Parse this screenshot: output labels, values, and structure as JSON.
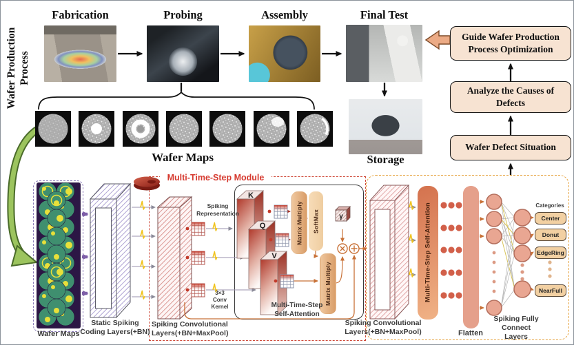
{
  "colors": {
    "module_accent": "#d63a2f",
    "module_dashed": "#cf4a3a",
    "outer_dashed": "#e6a23c",
    "stack_dashed": "#8a7ab8",
    "flow_box_fill": "#f7e3d2",
    "spike_yellow": "#f0c31c",
    "neuron_fill": "#e9a692",
    "dot_orange": "#d2604a"
  },
  "top": {
    "vertical_label_lines": [
      "Wafer Production",
      "Process"
    ],
    "stages": [
      "Fabrication",
      "Probing",
      "Assembly",
      "Final Test"
    ],
    "storage_label": "Storage",
    "wafer_maps_label": "Wafer Maps",
    "wafer_tiles": [
      "uniform",
      "center",
      "donut",
      "random",
      "random",
      "dense-corner",
      "edge"
    ],
    "feedback_boxes": [
      {
        "lines": [
          "Guide Wafer Production",
          "Process Optimization"
        ]
      },
      {
        "lines": [
          "Analyze the Causes of",
          "Defects"
        ]
      },
      {
        "lines": [
          "Wafer Defect Situation"
        ]
      }
    ]
  },
  "network": {
    "input_stack_label": "Wafer Maps",
    "static_coding_lines": [
      "Static Spiking",
      "Coding Layers(+BN)"
    ],
    "module": {
      "title": "Multi-Time-Step Module",
      "conv_lines": [
        "Spiking Convolutional",
        "Layers(+BN+MaxPool)"
      ],
      "spiking_representation_lines": [
        "Spiking",
        "Representation"
      ],
      "conv_kernel_lines": [
        "3×3",
        "Conv Kernel"
      ],
      "kqv": [
        "K",
        "Q",
        "V"
      ],
      "matrix_multiply": "Matrix Multiply",
      "softmax": "SoftMax",
      "gamma": "γ",
      "attention_lines": [
        "Multi-Time-Step",
        "Self-Attention"
      ]
    },
    "conv2_lines": [
      "Spiking Convolutional",
      "Layers(+BN+MaxPool)"
    ],
    "attention_bar_label": "Multi-Time-Step Self-Attention",
    "flatten_label": "Flatten",
    "fc_lines": [
      "Spiking Fully Connect",
      "Layers"
    ],
    "categories_label": "Categories",
    "categories": [
      "Center",
      "Donut",
      "EdgeRing",
      "NearFull"
    ]
  }
}
